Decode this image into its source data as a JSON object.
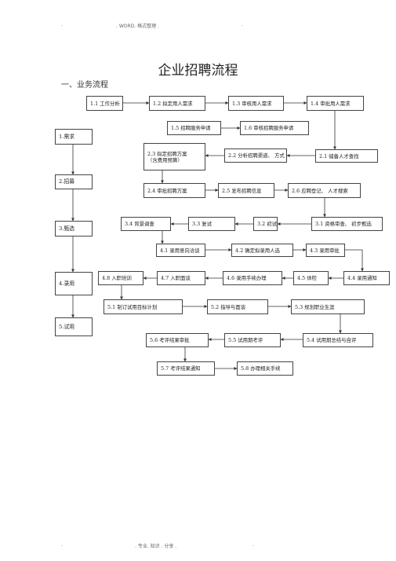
{
  "header": {
    "top_left": ".",
    "top_center": ". WORD. 格式整理 .",
    "top_right": "."
  },
  "footer": {
    "left": ".",
    "center": ". 专业. 知识 . 分享 .",
    "right": "."
  },
  "title": "企业招聘流程",
  "section": "一、业务流程",
  "stages": [
    "1.需求",
    "2.招募",
    "3.甄选",
    "4.录用",
    "5.试用"
  ],
  "steps": {
    "s1_1": "1.1 工作分析",
    "s1_2": "1.2 拟定用人需求",
    "s1_3": "1.3 审核用人需求",
    "s1_4": "1.4 审批用人需求",
    "s1_5": "1.5 招聘服务申请",
    "s1_6": "1.6 审核招聘服务申请",
    "s2_3a": "2.3 拟定招聘方案",
    "s2_3b": "（含费用预算）",
    "s2_2": "2.2 分析招聘渠道、 方式",
    "s2_1": "2.1 储备人才查找",
    "s2_4": "2.4 审批招聘方案",
    "s2_5": "2.5 发布招聘信息",
    "s2_6": "2.6 应聘登记、 人才搜索",
    "s3_4": "3.4 背景调查",
    "s3_3": "3.3 复试",
    "s3_2": "3.2 初试",
    "s3_1": "3.1 资格审查、 初步甄选",
    "s4_1": "4.1 录用意向洽谈",
    "s4_2": "4.2 确定拟录用人选",
    "s4_3": "4.3 录用审批",
    "s4_8": "4.8 入职培训",
    "s4_7": "4.7 入职面谈",
    "s4_6": "4.6 录用手续办理",
    "s4_5": "4.5 体检",
    "s4_4": "4.4 录用通知",
    "s5_1": "5.1 制订试用目标计划",
    "s5_2": "5.2 指导与面谈",
    "s5_3": "5.3 规划职业生涯",
    "s5_6": "5.6 考评结果审批",
    "s5_5": "5.5 试用期考评",
    "s5_4": "5.4 试用期总结与自评",
    "s5_7": "5.7 考评结果通知",
    "s5_8": "5.8 办理相关手续"
  }
}
